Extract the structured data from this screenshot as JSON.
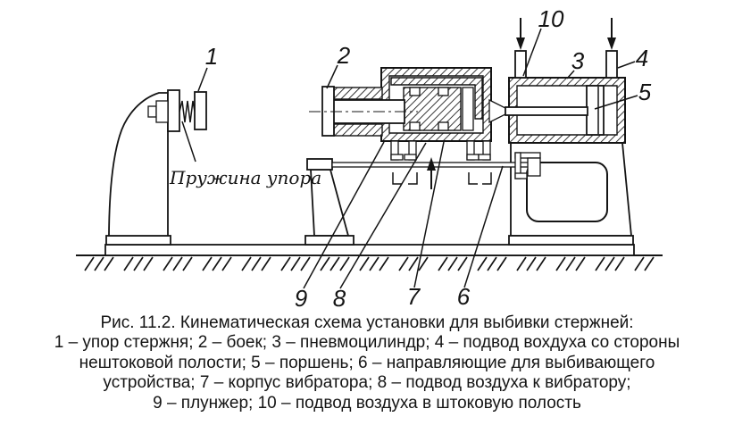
{
  "figure": {
    "caption": {
      "title": "Рис. 11.2. Кинематическая схема установки для выбивки стержней:",
      "legend_lines": [
        "1 – упор стержня; 2 – боек; 3 – пневмоцилиндр; 4 – подвод вохдуха со стороны",
        "нештоковой полости; 5 – поршень; 6 – направляющие для выбивающего",
        "устройства; 7 – корпус вибратора; 8 – подвод воздуха к вибратору;",
        "9 – плунжер; 10 – подвод воздуха в штоковую полость"
      ]
    },
    "diagram": {
      "handwritten_note": "Пружина упора",
      "callouts": {
        "c1": "1",
        "c2": "2",
        "c3": "3",
        "c4": "4",
        "c5": "5",
        "c6": "6",
        "c7": "7",
        "c8": "8",
        "c9": "9",
        "c10": "10"
      },
      "colors": {
        "ink": "#141414",
        "background": "#ffffff"
      }
    }
  }
}
